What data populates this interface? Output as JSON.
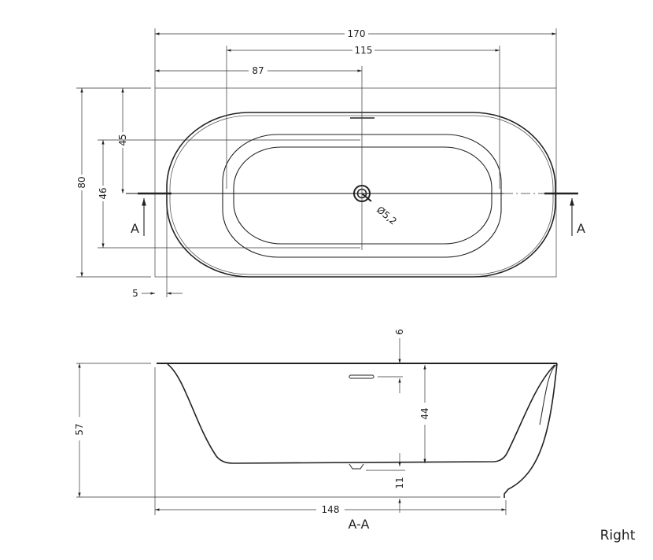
{
  "top_view": {
    "dim_total_length": "170",
    "dim_inner_length": "115",
    "dim_drain_offset": "87",
    "dim_total_width": "80",
    "dim_drain_from_back": "45",
    "dim_inner_width": "46",
    "dim_rim_offset": "5",
    "dim_drain_diameter": "Ø5,2",
    "section_marker_left": "A",
    "section_marker_right": "A"
  },
  "section_view": {
    "dim_overflow": "6",
    "dim_depth": "44",
    "dim_total_height": "57",
    "dim_base": "11",
    "dim_base_length": "148",
    "title": "A-A"
  },
  "variant_label": "Right",
  "colors": {
    "line": "#222222",
    "background": "#ffffff"
  }
}
